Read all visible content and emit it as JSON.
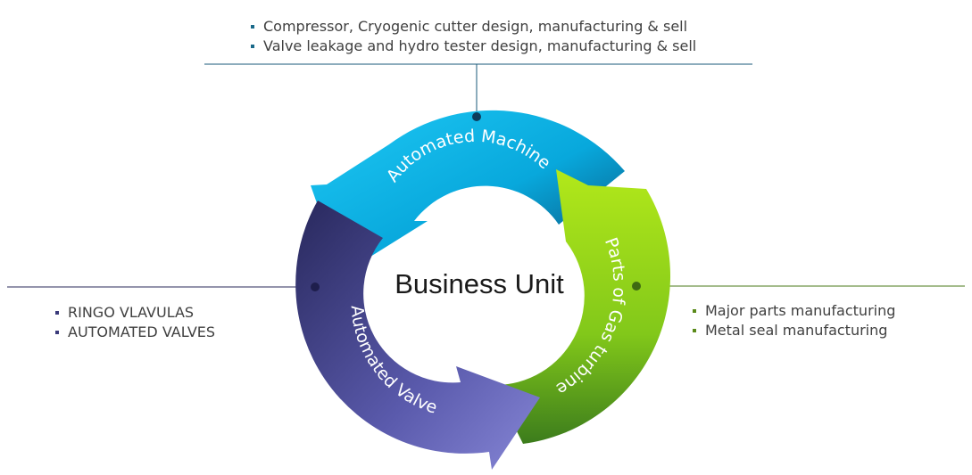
{
  "center_title": "Business Unit",
  "segments": {
    "top": {
      "label": "Automated Machine",
      "color": "#14b8e8",
      "items": [
        "Compressor, Cryogenic cutter design, manufacturing & sell",
        "Valve leakage and hydro tester design, manufacturing & sell"
      ]
    },
    "right": {
      "label": "Parts of Gas turbine",
      "color": "#8ccc14",
      "items": [
        "Major parts manufacturing",
        "Metal seal manufacturing"
      ]
    },
    "left": {
      "label": "Automated Valve",
      "color": "#4c4c9c",
      "items": [
        "RINGO VLAVULAS",
        "AUTOMATED VALVES"
      ]
    }
  }
}
